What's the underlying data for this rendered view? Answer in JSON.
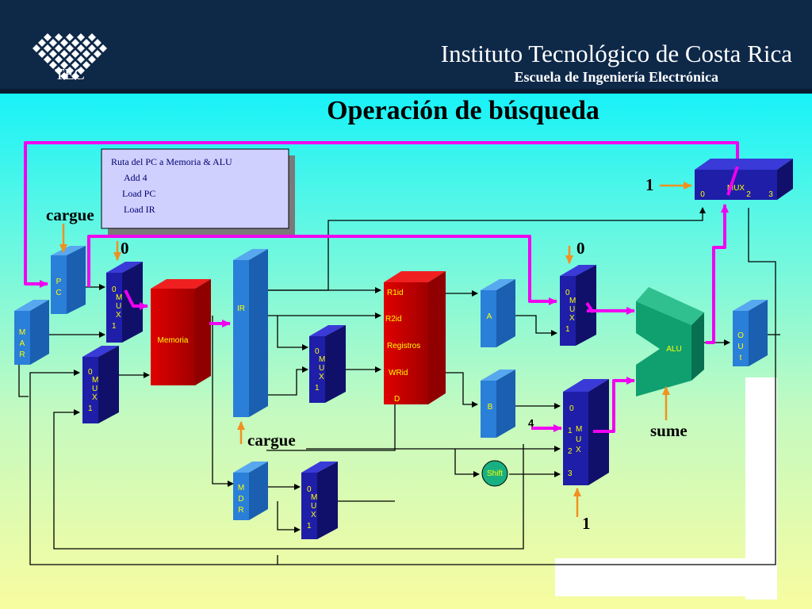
{
  "header": {
    "logo_text": "TEC",
    "institution": "Instituto Tecnológico de Costa Rica",
    "school": "Escuela de Ingeniería Electrónica"
  },
  "title": "Operación de búsqueda",
  "note": {
    "line1": "Ruta del PC a Memoria & ALU",
    "line2": "Add 4",
    "line3": "Load PC",
    "line4": "Load IR"
  },
  "blocks": {
    "pc": [
      "P",
      "C"
    ],
    "mar": [
      "M",
      "A",
      "R"
    ],
    "ir": "IR",
    "mdr": [
      "M",
      "D",
      "R"
    ],
    "memoria": "Memoria",
    "registros": {
      "r1": "R1id",
      "r2": "R2id",
      "name": "Registros",
      "w": "WRid",
      "d": "D"
    },
    "a": "A",
    "b": "B",
    "alu": "ALU",
    "out": [
      "O",
      "U",
      "t"
    ],
    "shift": "Shift",
    "top_mux": {
      "name": "MUX",
      "in0": "0",
      "in2": "2",
      "in3": "3"
    },
    "mux_labels": [
      "0",
      "M",
      "U",
      "X",
      "1"
    ],
    "mux4_labels": [
      "0",
      "1",
      "M",
      "U",
      "X",
      "2",
      "3"
    ]
  },
  "signals": {
    "cargue_pc": "cargue",
    "cargue_ir": "cargue",
    "sel_pc_mux": "0",
    "sel_alu_a": "0",
    "sel_top_mux": "1",
    "sel_alu_b": "1",
    "const_four": "4",
    "alu_op": "sume"
  },
  "colors": {
    "header": "#0e2848",
    "block_blue": "#2a7fd8",
    "mux_navy": "#1e1ea8",
    "memory_red": "#d40000",
    "alu_green": "#10a070",
    "highlight_path": "#f000f0",
    "control_arrow": "#f09020"
  }
}
